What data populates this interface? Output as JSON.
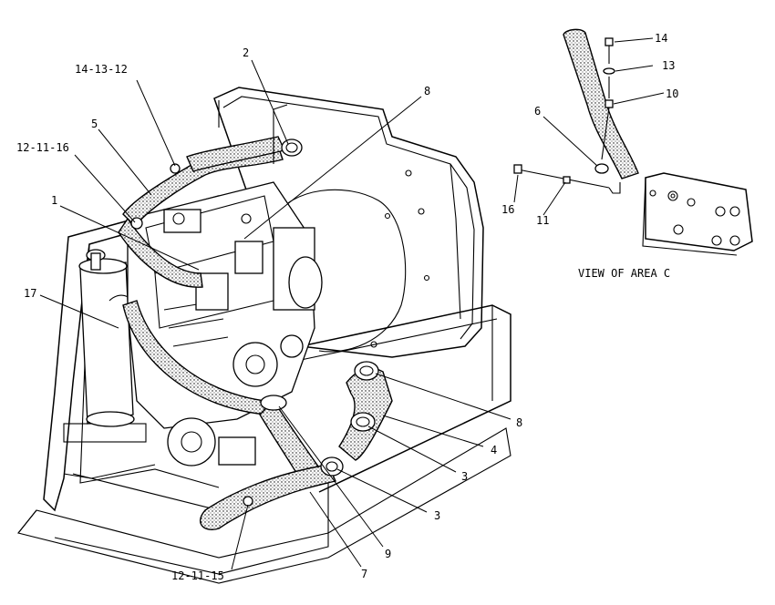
{
  "diagram": {
    "area_caption": "VIEW OF AREA C",
    "callouts": [
      {
        "id": "c-2",
        "text": "2"
      },
      {
        "id": "c-14-13-12",
        "text": "14-13-12"
      },
      {
        "id": "c-8-top",
        "text": "8"
      },
      {
        "id": "c-5",
        "text": "5"
      },
      {
        "id": "c-12-11-16",
        "text": "12-11-16"
      },
      {
        "id": "c-1",
        "text": "1"
      },
      {
        "id": "c-17",
        "text": "17"
      },
      {
        "id": "c-8-right",
        "text": "8"
      },
      {
        "id": "c-4",
        "text": "4"
      },
      {
        "id": "c-3-upper",
        "text": "3"
      },
      {
        "id": "c-3-lower",
        "text": "3"
      },
      {
        "id": "c-9",
        "text": "9"
      },
      {
        "id": "c-7",
        "text": "7"
      },
      {
        "id": "c-12-11-15",
        "text": "12-11-15"
      },
      {
        "id": "c-14",
        "text": "14"
      },
      {
        "id": "c-13",
        "text": "13"
      },
      {
        "id": "c-10",
        "text": "10"
      },
      {
        "id": "c-6",
        "text": "6"
      },
      {
        "id": "c-16",
        "text": "16"
      },
      {
        "id": "c-11",
        "text": "11"
      }
    ]
  }
}
